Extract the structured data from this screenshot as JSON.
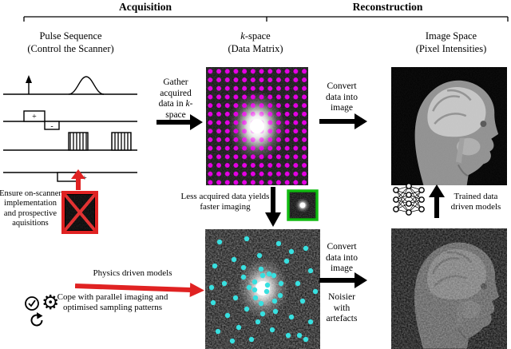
{
  "phases": {
    "acquisition": "Acquisition",
    "reconstruction": "Reconstruction"
  },
  "columns": {
    "pulse_title": "Pulse Sequence",
    "pulse_sub": "(Control the Scanner)",
    "kspace_k": "k",
    "kspace_rest": "-space",
    "kspace_sub": "(Data Matrix)",
    "image_title": "Image Space",
    "image_sub": "(Pixel Intensities)"
  },
  "annotations": {
    "gather_pre": "Gather acquired data in ",
    "gather_k": "k",
    "gather_post": "-space",
    "convert_top": "Convert data into image",
    "less_data": "Less acquired data yields faster imaging",
    "trained": "Trained data driven models",
    "convert_bottom": "Convert data into image",
    "noisier": "Noisier with artefacts",
    "ensure": "Ensure on-scanner implementation and prospective aquisitions",
    "physics": "Physics driven models",
    "cope": "Cope with parallel imaging and optimised sampling patterns"
  },
  "pulse_sequence": {
    "sign_plus_1": "+",
    "sign_minus": "-",
    "sign_plus_2": "+"
  },
  "icons": {
    "gear_glyph": "⚙"
  },
  "colors": {
    "arrow_black": "#000000",
    "kspace_dots_top": "#e400e4",
    "kspace_dots_bottom": "#38e0e0",
    "inset_border": "#12bb12",
    "highlight_red": "#e02222"
  }
}
